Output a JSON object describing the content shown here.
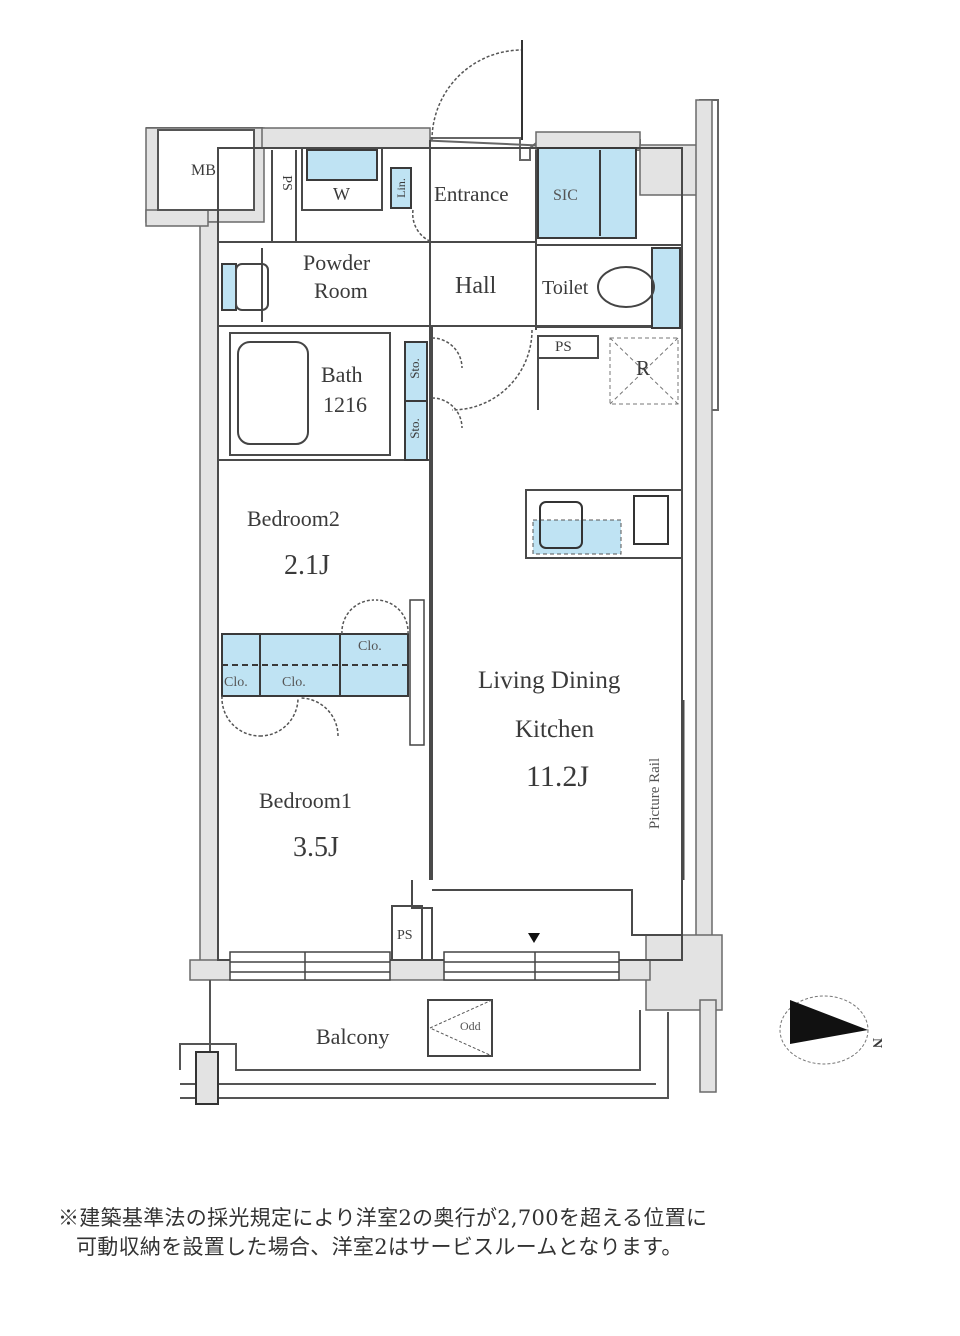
{
  "floor_plan": {
    "colors": {
      "wall_fill": "#e3e3e3",
      "wall_line": "#555555",
      "storage_fill": "#bfe3f3",
      "text": "#3a3a3a"
    },
    "rooms": {
      "mb": "MB",
      "ps_top": "PS",
      "washer": "W",
      "linen": "Lin.",
      "entrance": "Entrance",
      "shoe_closet": "SIC",
      "powder_room_line1": "Powder",
      "powder_room_line2": "Room",
      "hall": "Hall",
      "toilet": "Toilet",
      "ps_hall": "PS",
      "refrigerator": "R",
      "bath_line1": "Bath",
      "bath_line2": "1216",
      "storage_upper": "Sto.",
      "storage_lower": "Sto.",
      "bedroom2_name": "Bedroom2",
      "bedroom2_size": "2.1J",
      "closet_upper": "Clo.",
      "closet_left": "Clo.",
      "closet_mid": "Clo.",
      "ldk_line1": "Living Dining",
      "ldk_line2": "Kitchen",
      "ldk_size": "11.2J",
      "picture_rail": "Picture Rail",
      "bedroom1_name": "Bedroom1",
      "bedroom1_size": "3.5J",
      "ps_bottom": "PS",
      "balcony": "Balcony",
      "outdoor_unit": "Odd"
    },
    "compass": {
      "direction_label": "N"
    },
    "note": {
      "line1": "※建築基準法の採光規定により洋室2の奥行が2,700を超える位置に",
      "line2": "可動収納を設置した場合、洋室2はサービスルームとなります。"
    }
  }
}
